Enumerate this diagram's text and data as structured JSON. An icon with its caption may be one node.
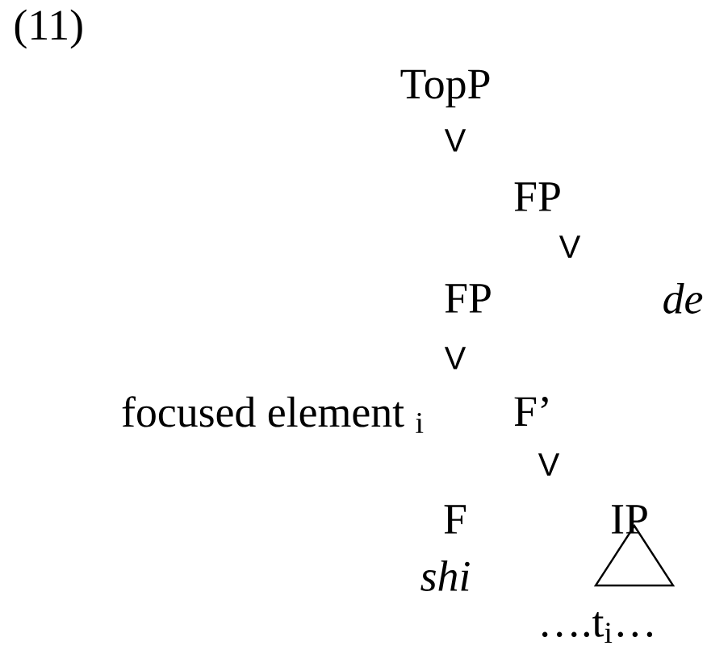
{
  "diagram": {
    "labels": [
      "(11)",
      "TopP",
      "V",
      "FP",
      "V",
      "FP",
      "de",
      "V",
      "focused element $_{i}$",
      "F’",
      "V",
      "F",
      "IP",
      "shi",
      "….t$_{i}$…"
    ]
  }
}
